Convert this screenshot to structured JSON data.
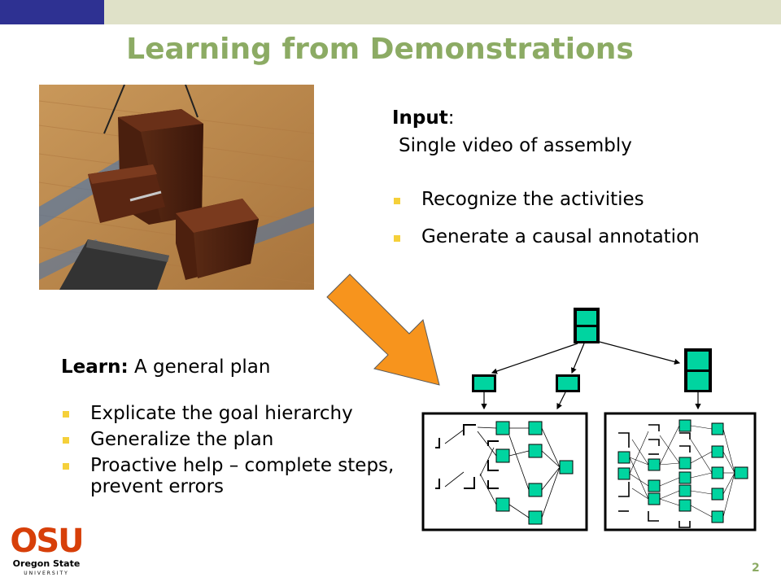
{
  "slide": {
    "title": "Learning from Demonstrations",
    "page_number": "2"
  },
  "input": {
    "label": "Input",
    "colon": ":",
    "value": "Single video of assembly",
    "bullets": [
      "Recognize the activities",
      "Generate a causal annotation"
    ]
  },
  "learn": {
    "label": "Learn:",
    "value": "A general plan",
    "bullets": [
      "Explicate the goal hierarchy",
      "Generalize the plan",
      "Proactive help – complete steps, prevent errors"
    ]
  },
  "logo": {
    "main": "OSU",
    "sub": "Oregon State",
    "sub2": "UNIVERSITY"
  },
  "colors": {
    "title": "#8cab64",
    "topbar_left": "#2e3192",
    "topbar_right": "#dfe1c8",
    "bullet": "#f5d03a",
    "arrow": "#f7941d",
    "node": "#00d4a0",
    "logo": "#d73f09"
  },
  "icons": [
    "orange-arrow-icon",
    "bullet-square-icon"
  ]
}
